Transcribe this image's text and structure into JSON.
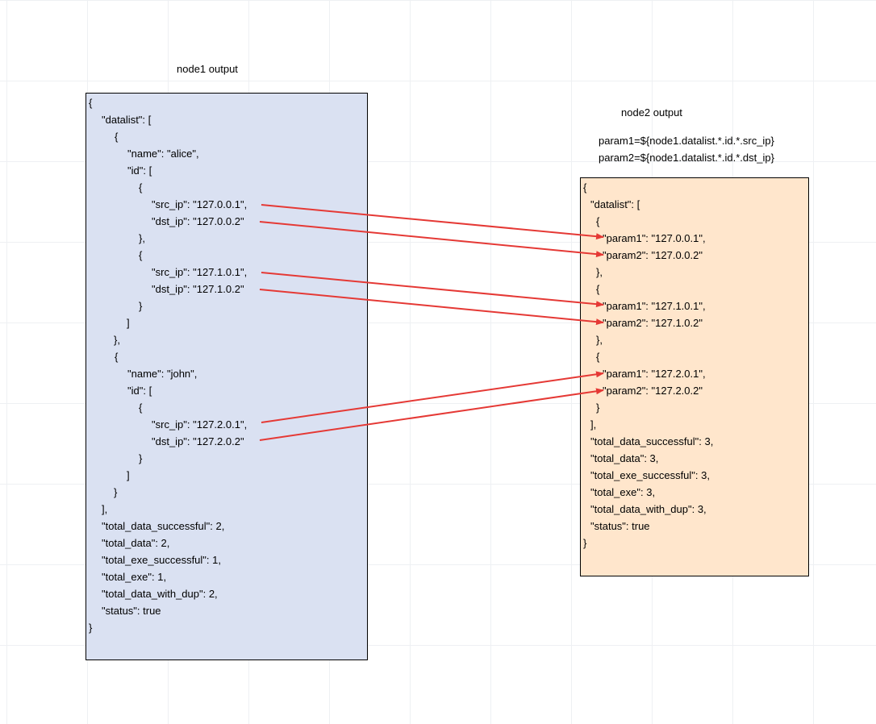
{
  "node1": {
    "title": "node1 output",
    "lines": [
      "{",
      "\"datalist\": [",
      "{",
      "\"name\": \"alice\",",
      "\"id\": [",
      "{",
      "\"src_ip\": \"127.0.0.1\",",
      "\"dst_ip\": \"127.0.0.2\"",
      "},",
      "{",
      "\"src_ip\": \"127.1.0.1\",",
      "\"dst_ip\": \"127.1.0.2\"",
      "}",
      "]",
      "},",
      "{",
      "\"name\": \"john\",",
      "\"id\": [",
      "{",
      "\"src_ip\": \"127.2.0.1\",",
      "\"dst_ip\": \"127.2.0.2\"",
      "}",
      "]",
      "}",
      "],",
      "\"total_data_successful\": 2,",
      "\"total_data\": 2,",
      "\"total_exe_successful\": 1,",
      "\"total_exe\": 1,",
      "\"total_data_with_dup\": 2,",
      "\"status\": true",
      "}"
    ]
  },
  "node2": {
    "title": "node2 output",
    "param1_expr": "param1=${node1.datalist.*.id.*.src_ip}",
    "param2_expr": "param2=${node1.datalist.*.id.*.dst_ip}",
    "lines": [
      "{",
      "\"datalist\": [",
      "{",
      "\"param1\": \"127.0.0.1\",",
      "\"param2\": \"127.0.0.2\"",
      "},",
      "{",
      "\"param1\": \"127.1.0.1\",",
      "\"param2\": \"127.1.0.2\"",
      "},",
      "{",
      "\"param1\": \"127.2.0.1\",",
      "\"param2\": \"127.2.0.2\"",
      "}",
      "],",
      "\"total_data_successful\": 3,",
      "\"total_data\": 3,",
      "\"total_exe_successful\": 3,",
      "\"total_exe\": 3,",
      "\"total_data_with_dup\": 3,",
      "\"status\": true",
      "}"
    ]
  },
  "colors": {
    "node1_fill": "#dae1f2",
    "node2_fill": "#ffe6cc",
    "arrow": "#e53935",
    "border": "#000000"
  },
  "mappings": [
    {
      "from": "node1.lines.6",
      "to": "node2.lines.3"
    },
    {
      "from": "node1.lines.7",
      "to": "node2.lines.4"
    },
    {
      "from": "node1.lines.10",
      "to": "node2.lines.7"
    },
    {
      "from": "node1.lines.11",
      "to": "node2.lines.8"
    },
    {
      "from": "node1.lines.19",
      "to": "node2.lines.11"
    },
    {
      "from": "node1.lines.20",
      "to": "node2.lines.12"
    }
  ]
}
